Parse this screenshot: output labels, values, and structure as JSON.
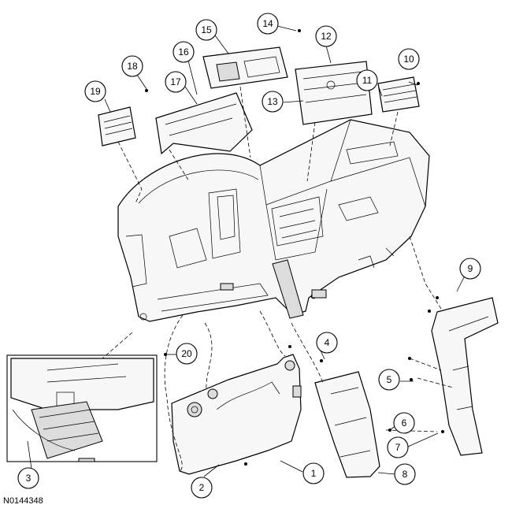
{
  "figure_id": "N0144348",
  "callouts": [
    "1",
    "2",
    "3",
    "4",
    "5",
    "6",
    "7",
    "8",
    "9",
    "10",
    "11",
    "12",
    "13",
    "14",
    "15",
    "16",
    "17",
    "18",
    "19",
    "20"
  ]
}
